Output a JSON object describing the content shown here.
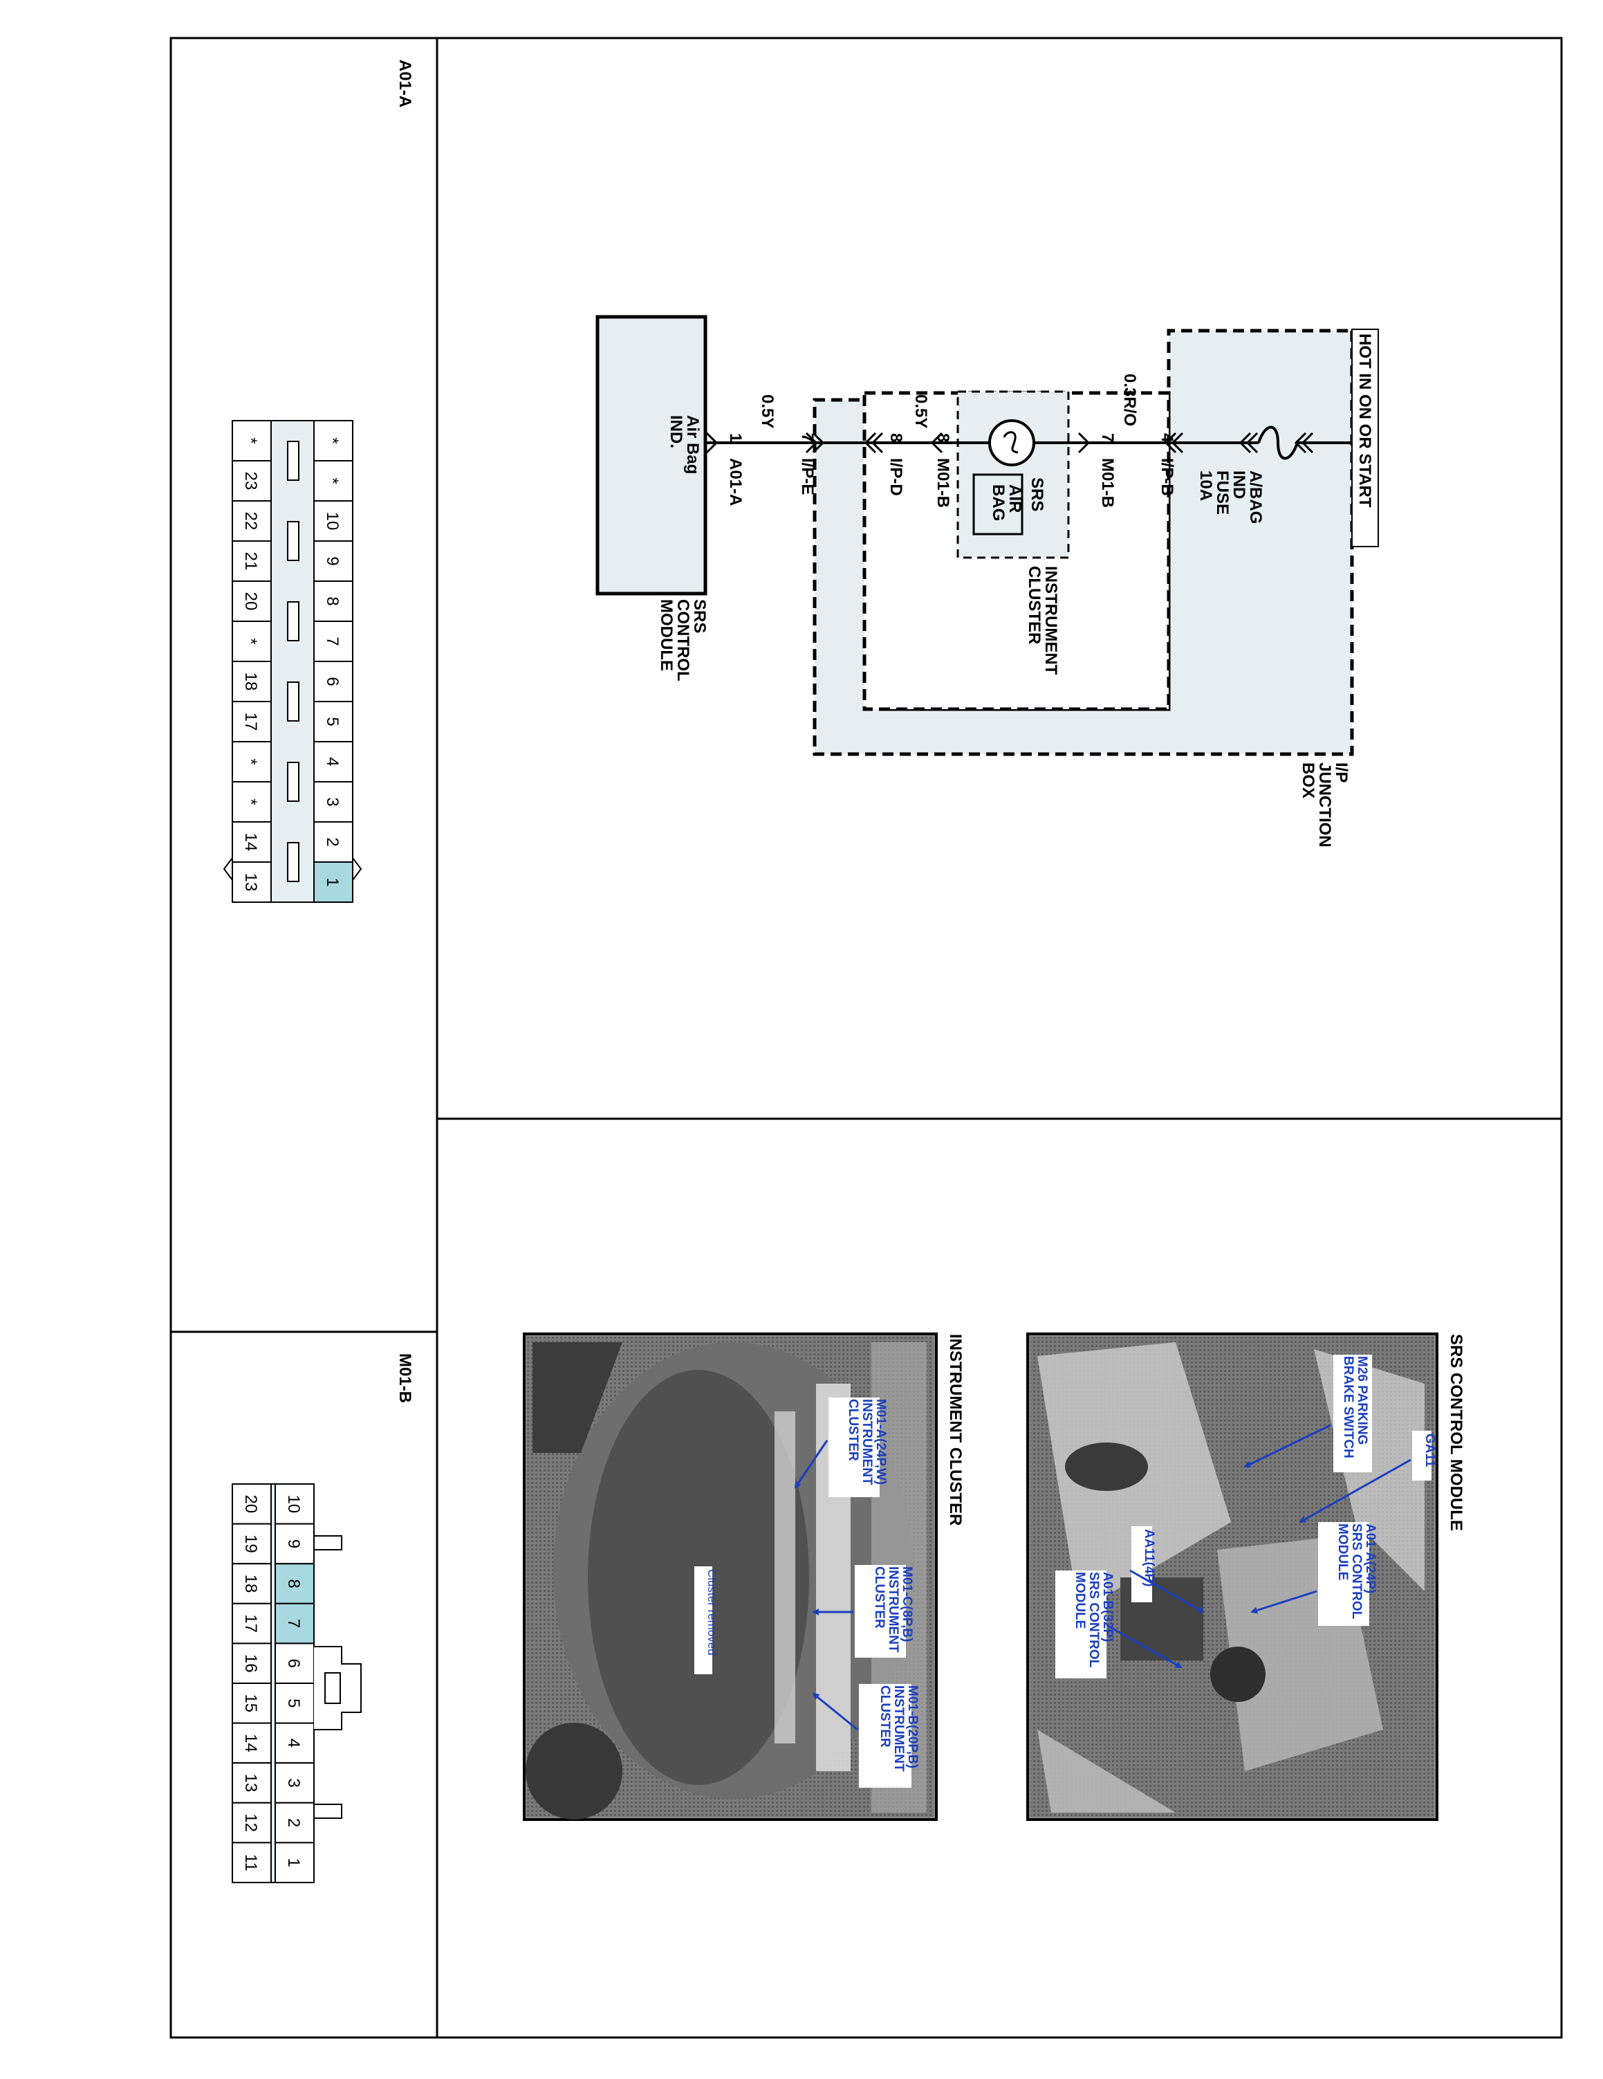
{
  "sections": {
    "a01a_connector_title": "A01-A",
    "m01b_connector_title": "M01-B"
  },
  "schematic": {
    "power_label": "HOT IN ON OR START",
    "fuse_name_line1": "A/BAG",
    "fuse_name_line2": "IND",
    "fuse_name_line3": "FUSE",
    "fuse_rating": "10A",
    "junction_box_line1": "I/P",
    "junction_box_line2": "JUNCTION",
    "junction_box_line3": "BOX",
    "cluster_line1": "INSTRUMENT",
    "cluster_line2": "CLUSTER",
    "srs_lamp_line1": "SRS",
    "srs_lamp_air": "AIR",
    "srs_lamp_bag": "BAG",
    "module_line1": "SRS",
    "module_line2": "CONTROL",
    "module_line3": "MODULE",
    "module_inner_line1": "Air Bag",
    "module_inner_line2": "IND.",
    "pins": [
      {
        "pin": "4",
        "connector": "I/P-B",
        "wire": "0.3R/O"
      },
      {
        "pin": "7",
        "connector": "M01-B",
        "wire": ""
      },
      {
        "pin": "8",
        "connector": "M01-B",
        "wire": "0.5Y"
      },
      {
        "pin": "8",
        "connector": "I/P-D",
        "wire": ""
      },
      {
        "pin": "7",
        "connector": "I/P-E",
        "wire": "0.5Y"
      },
      {
        "pin": "1",
        "connector": "A01-A",
        "wire": ""
      }
    ]
  },
  "connector_a01a": {
    "row_top": [
      "*",
      "*",
      "10",
      "9",
      "8",
      "7",
      "6",
      "5",
      "4",
      "3",
      "2",
      "1"
    ],
    "row_bottom": [
      "*",
      "23",
      "22",
      "21",
      "20",
      "*",
      "18",
      "17",
      "*",
      "*",
      "14",
      "13"
    ],
    "highlighted": [
      "1"
    ]
  },
  "connector_m01b": {
    "row_top": [
      "10",
      "9",
      "8",
      "7",
      "6",
      "5",
      "4",
      "3",
      "2",
      "1"
    ],
    "row_bottom": [
      "20",
      "19",
      "18",
      "17",
      "16",
      "15",
      "14",
      "13",
      "12",
      "11"
    ],
    "highlighted": [
      "8",
      "7"
    ]
  },
  "photos": {
    "srs_title": "SRS CONTROL MODULE",
    "srs_callouts": {
      "m26_line1": "M26 PARKING",
      "m26_line2": "BRAKE SWITCH",
      "ga11": "GA11",
      "a01a_line1": "A01-A(24P)",
      "a01a_line2": "SRS CONTROL",
      "a01a_line3": "MODULE",
      "aa11": "AA11(4P)",
      "a01b_line1": "A01-B(32P)",
      "a01b_line2": "SRS CONTROL",
      "a01b_line3": "MODULE"
    },
    "cluster_title": "INSTRUMENT CLUSTER",
    "cluster_callouts": {
      "m01a_line1": "M01-A(24P,W)",
      "m01a_line2": "INSTRUMENT",
      "m01a_line3": "CLUSTER",
      "m01c_line1": "M01-C(8P,B)",
      "m01c_line2": "INSTRUMENT",
      "m01c_line3": "CLUSTER",
      "m01b_line1": "M01-B(20P,B)",
      "m01b_line2": "INSTRUMENT",
      "m01b_line3": "CLUSTER",
      "removed": "Cluster removed"
    }
  },
  "colors": {
    "highlight": "#a8d8e0",
    "junction_fill": "#e6eef2",
    "callout_text": "#1b3fbf"
  }
}
